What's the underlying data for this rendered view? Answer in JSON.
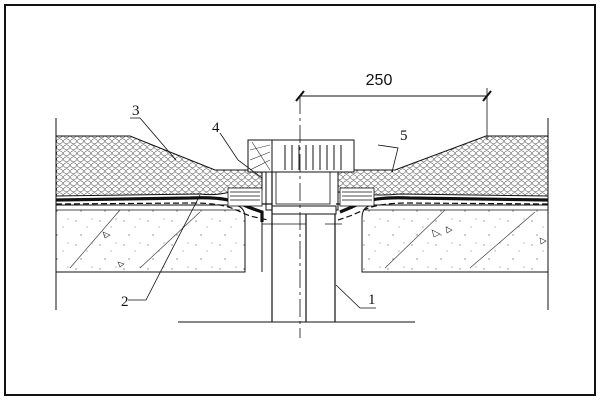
{
  "drawing": {
    "dimension": "250",
    "callouts": [
      "1",
      "2",
      "3",
      "4",
      "5"
    ]
  }
}
